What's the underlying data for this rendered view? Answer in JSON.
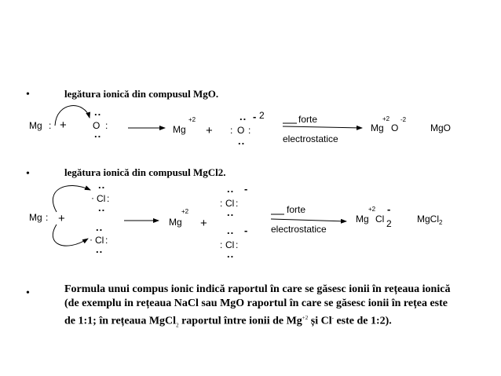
{
  "bullets": [
    "•",
    "•",
    "•"
  ],
  "section1": {
    "heading": "legătura ionică din compusul MgO.",
    "mg": "Mg",
    "colon": ":",
    "plus": "+",
    "o": "O",
    "dots": "..",
    "mg2": "Mg",
    "charge_mg": "+2",
    "o2": "O",
    "minus": "-",
    "charge_o": "2",
    "forte": "forte",
    "electro": "electrostatice",
    "prod_mg": "Mg",
    "prod_mg_charge": "+2",
    "prod_o": "O",
    "prod_o_charge": "-2",
    "formula": "MgO"
  },
  "section2": {
    "heading": "legătura ionică din compusul MgCl2.",
    "mg": "Mg",
    "colon": ":",
    "plus": "+",
    "cl": "Cl",
    "dots": "..",
    "dot": "·",
    "mg2": "Mg",
    "charge_mg": "+2",
    "minus": "-",
    "forte": "forte",
    "electro": "electrostatice",
    "prod_mg": "Mg",
    "prod_mg_charge": "+2",
    "prod_cl": "Cl",
    "prod_minus": "-",
    "prod_sub": "2",
    "formula": "MgCl",
    "formula_sub": "2"
  },
  "section3": {
    "p1": "Formula unui compus ionic indică raportul în care se găsesc ionii în rețeaua ionică (de exemplu in rețeaua NaCl sau MgO raportul în care se găsesc ionii în rețea este de 1:1; în rețeaua MgCl",
    "sub2": "2",
    "p2": " raportul între ionii de Mg",
    "sup1": "+2",
    "p3": " și Cl",
    "sup2": "-",
    "p4": " este de 1:2)."
  }
}
